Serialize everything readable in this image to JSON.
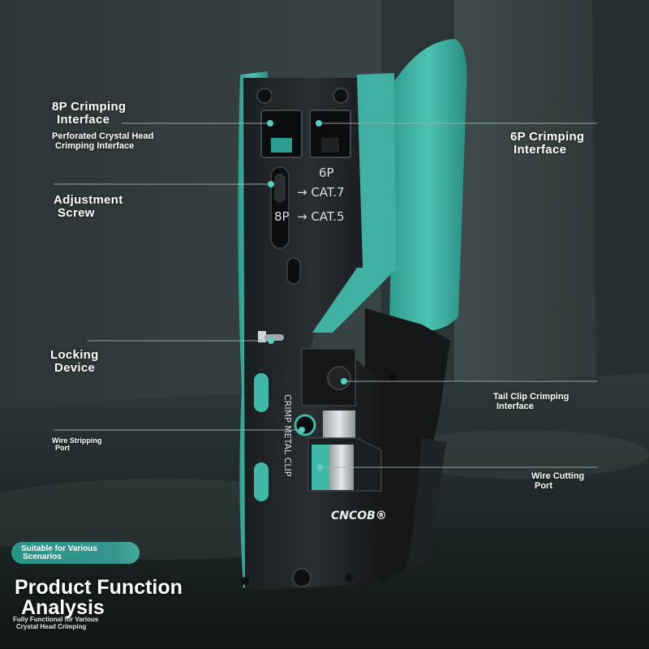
{
  "labels": {
    "crimp_8p": [
      "8P Crimping",
      "Interface"
    ],
    "perforated": [
      "Perforated Crystal Head",
      "Crimping Interface"
    ],
    "adjust": [
      "Adjustment",
      "Screw"
    ],
    "locking": [
      "Locking",
      "Device"
    ],
    "stripping": [
      "Wire Stripping",
      "Port"
    ],
    "crimp_6p": [
      "6P Crimping",
      "Interface"
    ],
    "tail_clip": [
      "Tail Clip Crimping",
      "Interface"
    ],
    "cutting": [
      "Wire Cutting",
      "Port"
    ]
  },
  "tool_text": {
    "sixp": "6P",
    "cat7": "→ CAT.7",
    "eightp": "8P",
    "cat5": "→ CAT.5",
    "clip": "CRIMP METAL CLIP",
    "brand": "CNCOB®"
  },
  "badge": [
    "Suitable for Various",
    "Scenarios"
  ],
  "title": [
    "Product Function",
    "Analysis"
  ],
  "subtitle": [
    "Fully Functional for Various",
    "Crystal Head Crimping"
  ],
  "colors": {
    "accent": "#3fb5a6",
    "background": "#1d2424",
    "tool_body": "#1a1c1e"
  }
}
